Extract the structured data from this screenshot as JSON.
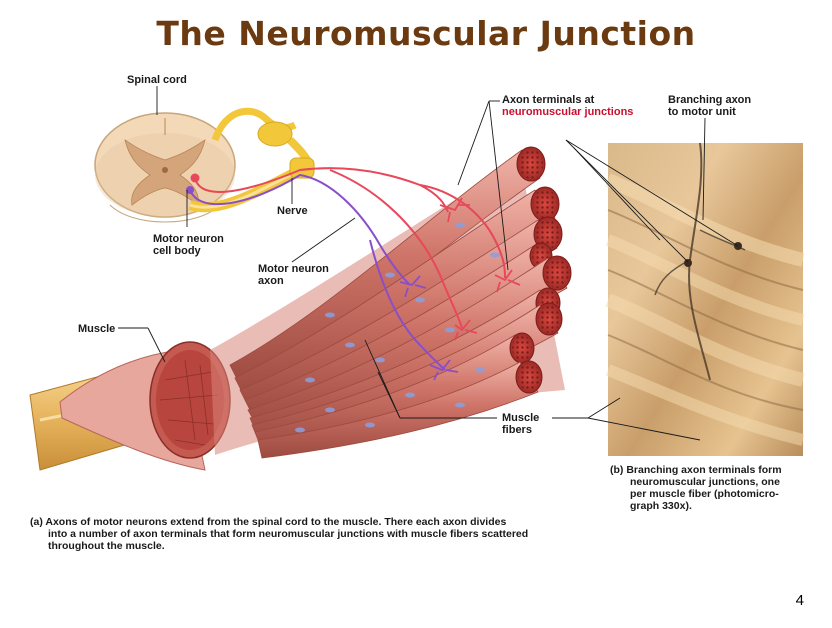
{
  "title": "The Neuromuscular Junction",
  "labels": {
    "spinal_cord": "Spinal cord",
    "axon_terminals_line1": "Axon terminals at",
    "axon_terminals_line2": "neuromuscular junctions",
    "branching_axon_line1": "Branching axon",
    "branching_axon_line2": "to motor unit",
    "nerve": "Nerve",
    "motor_neuron_cell_body_line1": "Motor neuron",
    "motor_neuron_cell_body_line2": "cell body",
    "motor_neuron_axon_line1": "Motor neuron",
    "motor_neuron_axon_line2": "axon",
    "muscle": "Muscle",
    "muscle_fibers_line1": "Muscle",
    "muscle_fibers_line2": "fibers"
  },
  "captions": {
    "b_tag": "(b)",
    "b_line1": "Branching axon terminals form",
    "b_line2": "neuromuscular junctions, one",
    "b_line3": "per muscle fiber (photomicro-",
    "b_line4": "graph 330x).",
    "a_tag": "(a)",
    "a_line1": "Axons of motor neurons extend from the spinal cord to the muscle. There each axon divides",
    "a_line2": "into a number of axon terminals that form neuromuscular junctions with muscle fibers scattered",
    "a_line3": "throughout the muscle."
  },
  "page_number": "4",
  "colors": {
    "title": "#6b3a10",
    "highlight_label": "#c8102e",
    "muscle_fiber": "#c86a5e",
    "red_axon": "#e8485a",
    "purple_axon": "#8a4fc8",
    "nerve": "#f2c73a"
  }
}
